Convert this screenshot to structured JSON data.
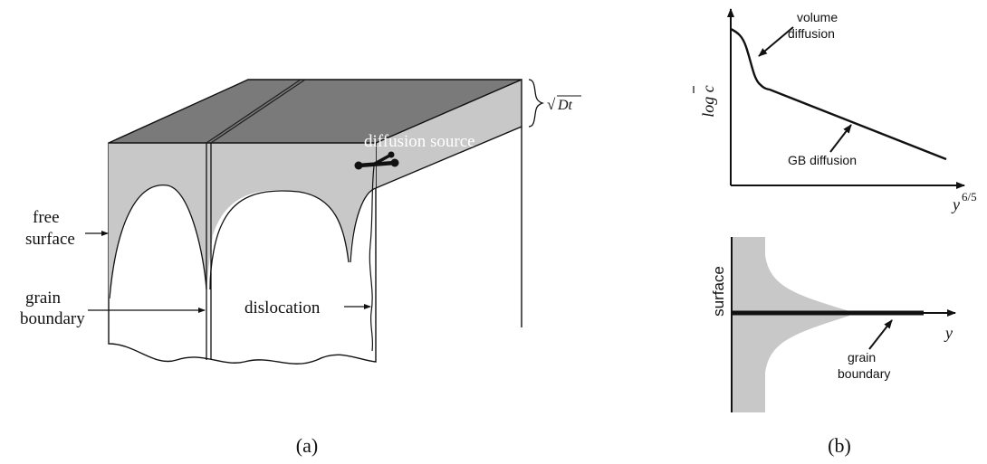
{
  "panel_a": {
    "caption": "(a)",
    "labels": {
      "diffusion_source": "diffusion source",
      "sqrt_symbol": "√",
      "sqrt_arg": "Dt",
      "free_surface_1": "free",
      "free_surface_2": "surface",
      "grain_boundary_1": "grain",
      "grain_boundary_2": "boundary",
      "dislocation": "dislocation"
    }
  },
  "panel_b": {
    "caption": "(b)",
    "plot": {
      "ylabel_main": "log c",
      "xlabel_base": "y",
      "xlabel_exp": "6/5",
      "volume_1": "volume",
      "volume_2": "diffusion",
      "gb": "GB diffusion"
    },
    "profile": {
      "surface": "surface",
      "axis": "y",
      "gb_1": "grain",
      "gb_2": "boundary"
    }
  },
  "colors": {
    "top_face": "#7a7a7a",
    "diffused_region": "#c8c8c8",
    "line": "#111111"
  }
}
